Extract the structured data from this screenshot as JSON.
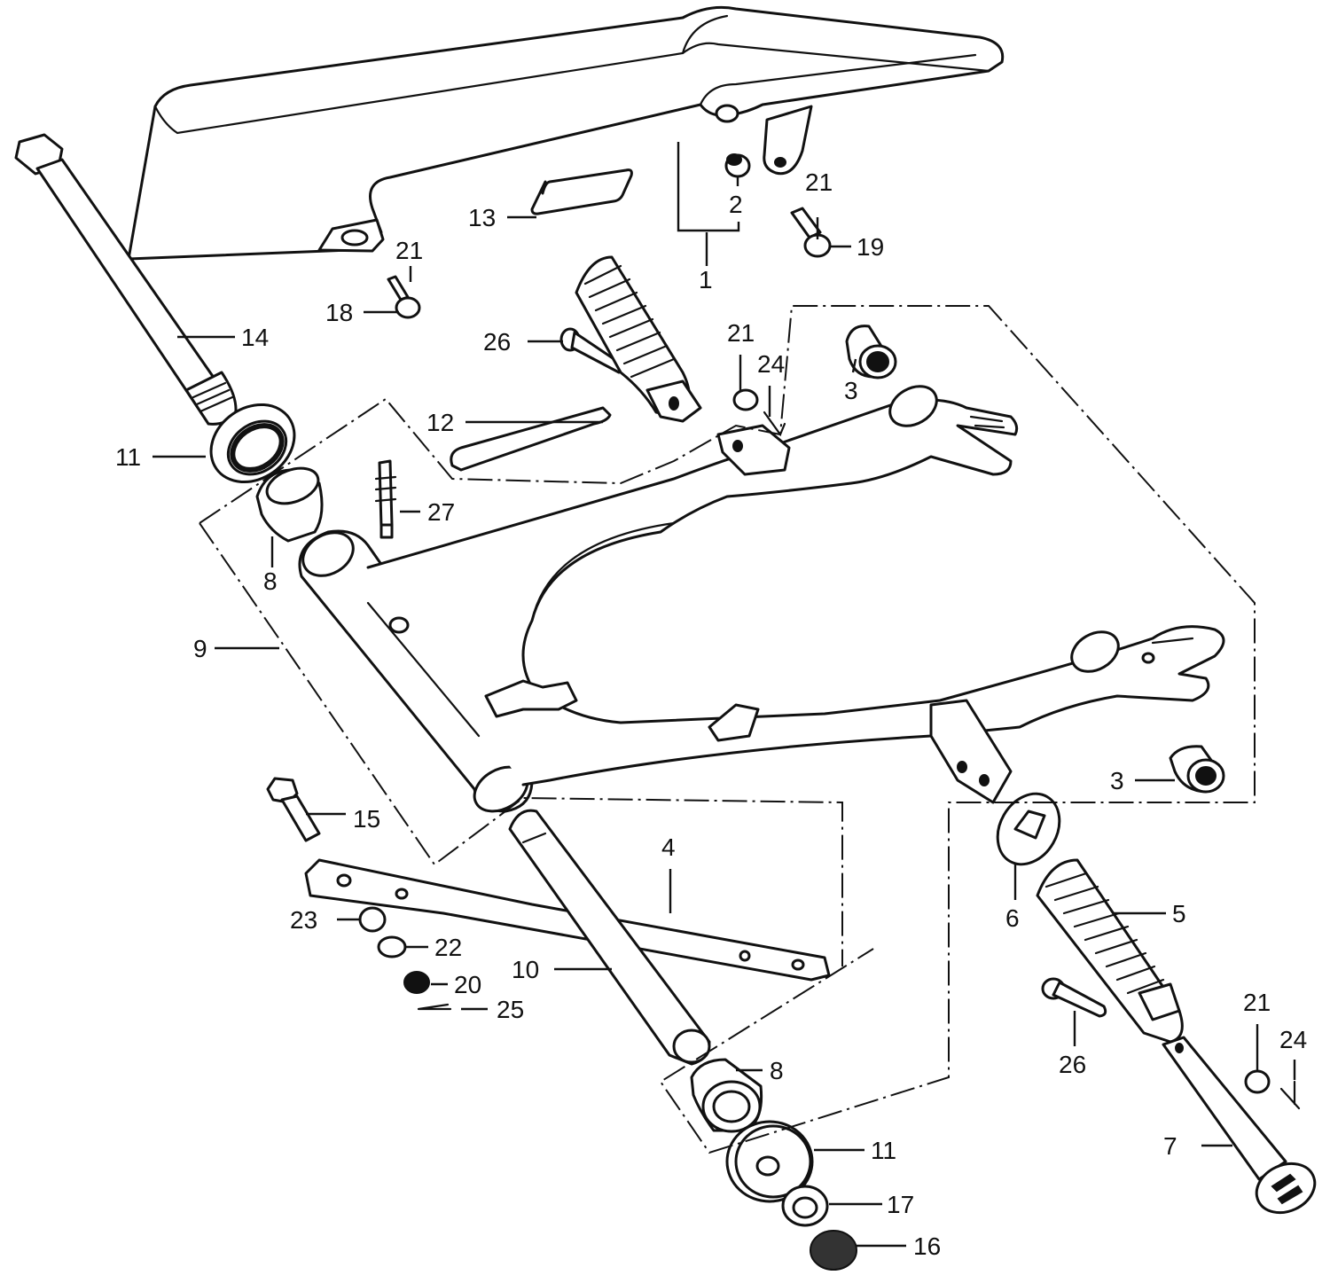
{
  "diagram": {
    "type": "exploded-parts-diagram",
    "subject": "swingarm, chain case, and rear footpeg assembly",
    "line_color": "#111111",
    "background_color": "#ffffff"
  },
  "callouts": [
    {
      "id": "c1",
      "label": "1",
      "part": "chain-case-assembly"
    },
    {
      "id": "c2",
      "label": "2",
      "part": "grommet"
    },
    {
      "id": "c3a",
      "label": "3",
      "part": "rear-bushing-upper"
    },
    {
      "id": "c3b",
      "label": "3",
      "part": "rear-bushing-lower"
    },
    {
      "id": "c4",
      "label": "4",
      "part": "chain-guide-plate"
    },
    {
      "id": "c5",
      "label": "5",
      "part": "footpeg-rubber-right"
    },
    {
      "id": "c6",
      "label": "6",
      "part": "footpeg-washer"
    },
    {
      "id": "c7",
      "label": "7",
      "part": "footpeg-bar"
    },
    {
      "id": "c8a",
      "label": "8",
      "part": "pivot-bushing-upper"
    },
    {
      "id": "c8b",
      "label": "8",
      "part": "pivot-bushing-lower"
    },
    {
      "id": "c9",
      "label": "9",
      "part": "swingarm"
    },
    {
      "id": "c10",
      "label": "10",
      "part": "pivot-collar"
    },
    {
      "id": "c11a",
      "label": "11",
      "part": "dust-seal-cap-upper"
    },
    {
      "id": "c11b",
      "label": "11",
      "part": "dust-seal-cap-lower"
    },
    {
      "id": "c12",
      "label": "12",
      "part": "chain-slider"
    },
    {
      "id": "c13",
      "label": "13",
      "part": "label-plate"
    },
    {
      "id": "c14",
      "label": "14",
      "part": "pivot-bolt"
    },
    {
      "id": "c15",
      "label": "15",
      "part": "bolt"
    },
    {
      "id": "c16",
      "label": "16",
      "part": "pivot-nut"
    },
    {
      "id": "c17",
      "label": "17",
      "part": "washer"
    },
    {
      "id": "c18",
      "label": "18",
      "part": "bolt"
    },
    {
      "id": "c19",
      "label": "19",
      "part": "bolt"
    },
    {
      "id": "c20",
      "label": "20",
      "part": "nut"
    },
    {
      "id": "c21a",
      "label": "21",
      "part": "washer"
    },
    {
      "id": "c21b",
      "label": "21",
      "part": "washer"
    },
    {
      "id": "c21c",
      "label": "21",
      "part": "washer"
    },
    {
      "id": "c21d",
      "label": "21",
      "part": "washer"
    },
    {
      "id": "c22",
      "label": "22",
      "part": "washer"
    },
    {
      "id": "c23",
      "label": "23",
      "part": "rubber-washer"
    },
    {
      "id": "c24a",
      "label": "24",
      "part": "cotter-pin"
    },
    {
      "id": "c24b",
      "label": "24",
      "part": "cotter-pin"
    },
    {
      "id": "c25",
      "label": "25",
      "part": "cotter-pin"
    },
    {
      "id": "c26a",
      "label": "26",
      "part": "footpeg-pin"
    },
    {
      "id": "c26b",
      "label": "26",
      "part": "footpeg-pin"
    },
    {
      "id": "c27",
      "label": "27",
      "part": "grease-nipple"
    }
  ]
}
